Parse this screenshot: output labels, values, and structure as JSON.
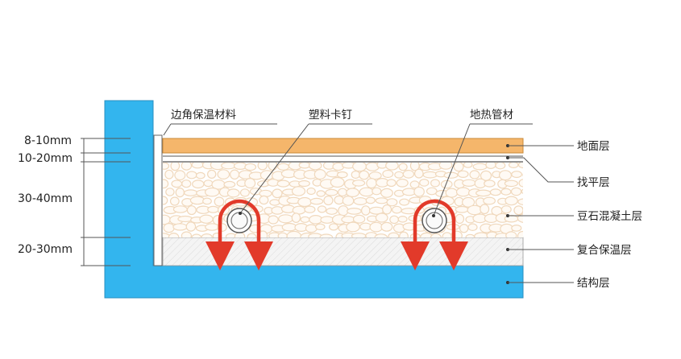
{
  "colors": {
    "structure": "#33b5ee",
    "structure_stroke": "#2a8fc0",
    "floor": "#f5b66b",
    "floor_stroke": "#c98a3a",
    "pebble": "#f0d8bc",
    "pebble_bg": "#ffffff",
    "insulation": "#f2f2f2",
    "pipe": "#e23a2a",
    "line": "#555555"
  },
  "top_labels": {
    "edge_insulation": "边角保温材料",
    "plastic_nail": "塑料卡钉",
    "heating_pipe": "地热管材"
  },
  "right_labels": [
    "地面层",
    "找平层",
    "豆石混凝土层",
    "复合保温层",
    "结构层"
  ],
  "left_dimensions": [
    "8-10mm",
    "10-20mm",
    "30-40mm",
    "20-30mm"
  ]
}
